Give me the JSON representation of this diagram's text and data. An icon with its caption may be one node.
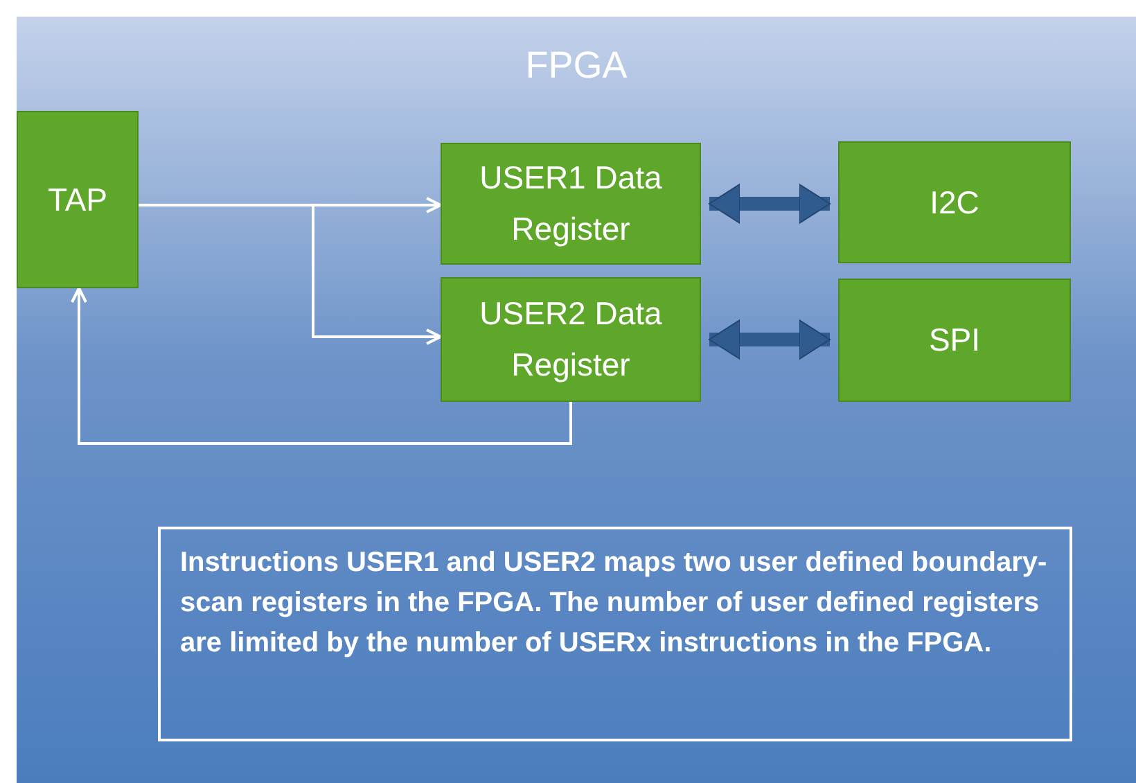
{
  "diagram": {
    "nodes": [
      {
        "text": [
          "FPGA"
        ]
      },
      {
        "text": [
          "TAP"
        ],
        "in": 0
      },
      {
        "text": [
          "USER1 Data Register"
        ],
        "in": 0
      },
      {
        "text": [
          "USER2 Data Register"
        ],
        "in": 0
      },
      {
        "text": [
          "I2C"
        ],
        "in": 0
      },
      {
        "text": [
          "SPI"
        ],
        "in": 0
      },
      {
        "text": [
          "Instructions USER1 and USER2 maps two user defined boundary-scan registers in the FPGA. The number of user defined registers are limited by the number of USERx instructions in the FPGA."
        ],
        "in": 0
      }
    ],
    "edges": [
      {
        "from": 1,
        "to": 2,
        "arrow": "to"
      },
      {
        "from": 1,
        "to": 3,
        "arrow": "to"
      },
      {
        "from": 3,
        "to": 1,
        "arrow": "to"
      },
      {
        "from": 2,
        "to": 4,
        "arrow": "both",
        "style": "thick",
        "color": "#2f5b8e"
      },
      {
        "from": 3,
        "to": 5,
        "arrow": "both",
        "style": "thick",
        "color": "#2f5b8e"
      }
    ]
  }
}
